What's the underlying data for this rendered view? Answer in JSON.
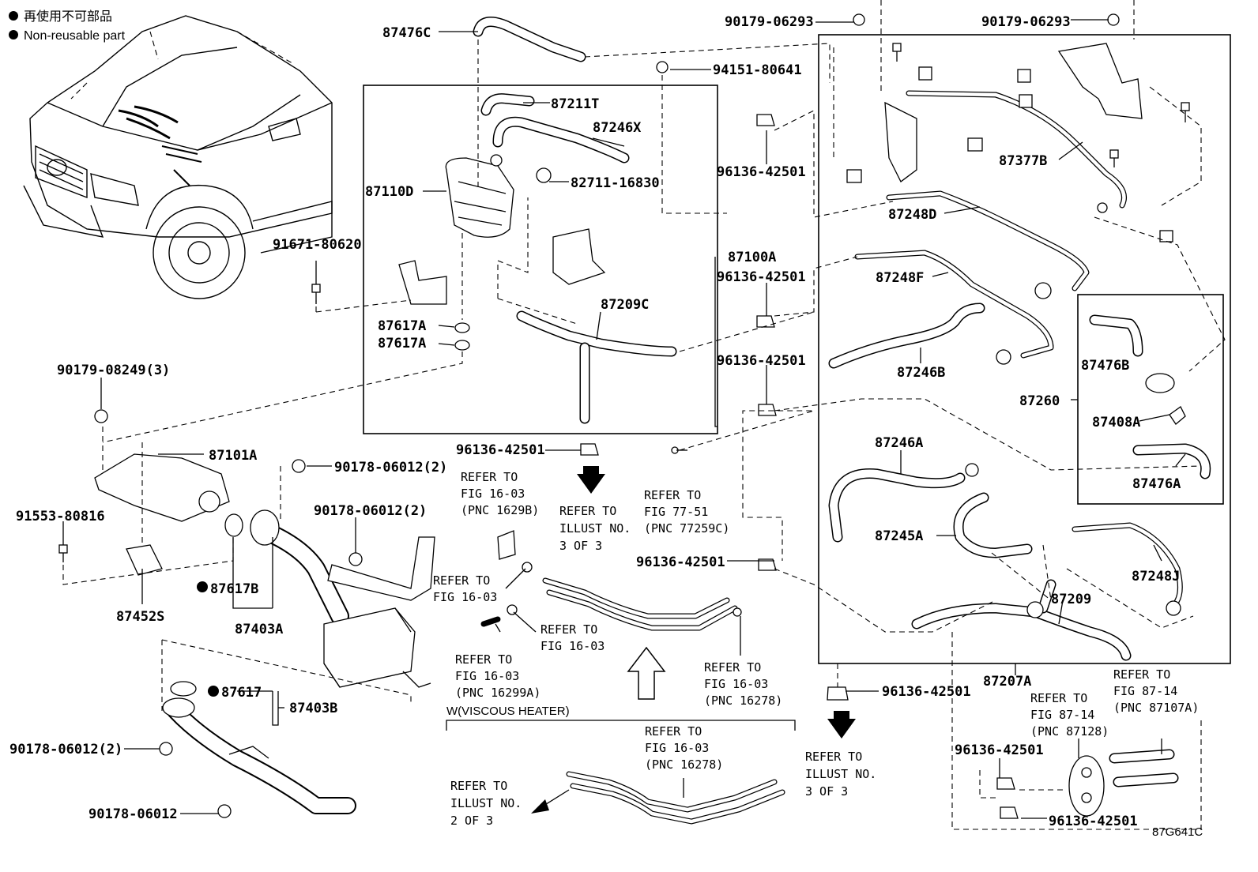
{
  "legend": {
    "line_jp": "再使用不可部品",
    "line_en": "Non-reusable part"
  },
  "diagram_code": "87G641C",
  "part_labels": [
    {
      "id": "p87476c",
      "text": "87476C"
    },
    {
      "id": "p90179a",
      "text": "90179-06293"
    },
    {
      "id": "p90179b",
      "text": "90179-06293"
    },
    {
      "id": "p94151",
      "text": "94151-80641"
    },
    {
      "id": "p87211t",
      "text": "87211T"
    },
    {
      "id": "p87246x",
      "text": "87246X"
    },
    {
      "id": "p87110d",
      "text": "87110D"
    },
    {
      "id": "p82711",
      "text": "82711-16830"
    },
    {
      "id": "p96136a",
      "text": "96136-42501"
    },
    {
      "id": "p87377b",
      "text": "87377B"
    },
    {
      "id": "p87248d",
      "text": "87248D"
    },
    {
      "id": "p91671",
      "text": "91671-80620"
    },
    {
      "id": "p87100a",
      "text": "87100A"
    },
    {
      "id": "p96136b",
      "text": "96136-42501"
    },
    {
      "id": "p87248f",
      "text": "87248F"
    },
    {
      "id": "p87209c",
      "text": "87209C"
    },
    {
      "id": "p87617a1",
      "text": "87617A"
    },
    {
      "id": "p87617a2",
      "text": "87617A"
    },
    {
      "id": "p96136c",
      "text": "96136-42501"
    },
    {
      "id": "p87246b",
      "text": "87246B"
    },
    {
      "id": "p87476b",
      "text": "87476B"
    },
    {
      "id": "p90179c",
      "text": "90179-08249(3)"
    },
    {
      "id": "p87260",
      "text": "87260"
    },
    {
      "id": "p87408a",
      "text": "87408A"
    },
    {
      "id": "p96136d",
      "text": "96136-42501"
    },
    {
      "id": "p87101a",
      "text": "87101A"
    },
    {
      "id": "p87246a",
      "text": "87246A"
    },
    {
      "id": "p90178a",
      "text": "90178-06012(2)"
    },
    {
      "id": "p87476a",
      "text": "87476A"
    },
    {
      "id": "p91553",
      "text": "91553-80816"
    },
    {
      "id": "p90178b",
      "text": "90178-06012(2)"
    },
    {
      "id": "p87245a",
      "text": "87245A"
    },
    {
      "id": "p96136e",
      "text": "96136-42501"
    },
    {
      "id": "p87248j",
      "text": "87248J"
    },
    {
      "id": "p87617b",
      "text": "87617B"
    },
    {
      "id": "p87209",
      "text": "87209"
    },
    {
      "id": "p87452s",
      "text": "87452S"
    },
    {
      "id": "p87403a",
      "text": "87403A"
    },
    {
      "id": "p87617",
      "text": "87617"
    },
    {
      "id": "p87403b",
      "text": "87403B"
    },
    {
      "id": "p90178c",
      "text": "90178-06012(2)"
    },
    {
      "id": "p96136f",
      "text": "96136-42501"
    },
    {
      "id": "p87207a",
      "text": "87207A"
    },
    {
      "id": "p90178d",
      "text": "90178-06012"
    },
    {
      "id": "p96136g",
      "text": "96136-42501"
    },
    {
      "id": "p96136h",
      "text": "96136-42501"
    }
  ],
  "refer_notes": [
    {
      "id": "r1629b",
      "lines": [
        "REFER TO",
        "FIG 16-03",
        "(PNC 1629B)"
      ]
    },
    {
      "id": "rill3a",
      "lines": [
        "REFER TO",
        "ILLUST NO.",
        "3 OF 3"
      ]
    },
    {
      "id": "r7751",
      "lines": [
        "REFER TO",
        "FIG 77-51",
        "(PNC 77259C)"
      ]
    },
    {
      "id": "r1603a",
      "lines": [
        "REFER TO",
        "FIG 16-03"
      ]
    },
    {
      "id": "r1603b",
      "lines": [
        "REFER TO",
        "FIG 16-03"
      ]
    },
    {
      "id": "r16299a",
      "lines": [
        "REFER TO",
        "FIG 16-03",
        "(PNC 16299A)"
      ]
    },
    {
      "id": "r16278a",
      "lines": [
        "REFER TO",
        "FIG 16-03",
        "(PNC 16278)"
      ]
    },
    {
      "id": "r16278b",
      "lines": [
        "REFER TO",
        "FIG 16-03",
        "(PNC 16278)"
      ]
    },
    {
      "id": "rill2",
      "lines": [
        "REFER TO",
        "ILLUST NO.",
        "2 OF 3"
      ]
    },
    {
      "id": "rill3b",
      "lines": [
        "REFER TO",
        "ILLUST NO.",
        "3 OF 3"
      ]
    },
    {
      "id": "r87128",
      "lines": [
        "REFER TO",
        "FIG 87-14",
        "(PNC 87128)"
      ]
    },
    {
      "id": "r87107a",
      "lines": [
        "REFER TO",
        "FIG 87-14",
        "(PNC 87107A)"
      ]
    }
  ],
  "group_label": "W(VISCOUS HEATER)"
}
